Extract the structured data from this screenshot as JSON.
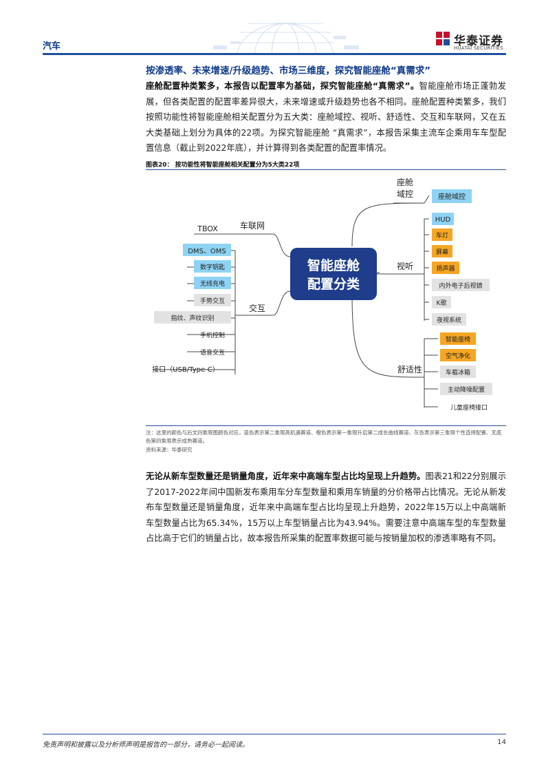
{
  "header": {
    "sector": "汽车",
    "logo_cn": "华泰证券",
    "logo_en": "HUATAI SECURITIES",
    "colors": {
      "brand_red": "#c8102e",
      "brand_blue": "#1f4e9c"
    }
  },
  "section_title": "按渗透率、未来增速/升级趋势、市场三维度，探究智能座舱“真需求”",
  "para1": {
    "lead": "座舱配置种类繁多，本报告以配置率为基础，探究智能座舱“真需求”。",
    "body": "智能座舱市场正蓬勃发展，但各类配置的配置率差异很大，未来增速或升级趋势也各不相同。座舱配置种类繁多，我们按照功能性将智能座舱相关配置分为五大类：座舱域控、视听、舒适性、交互和车联网，又在五大类基础上划分为具体的22项。为探究智能座舱 “真需求”，本报告采集主流车企乘用车车型配置信息（截止到2022年底），并计算得到各类配置的配置率情况。"
  },
  "figure": {
    "title": "图表20：  按功能性将智能座舱相关配置分为5大类22项",
    "center": [
      "智能座舱",
      "配置分类"
    ],
    "branches": {
      "cockpit_domain": {
        "label": [
          "座舱",
          "域控"
        ],
        "items": [
          "座舱域控"
        ]
      },
      "av": {
        "label": "视听",
        "items": [
          "HUD",
          "车灯",
          "屏幕",
          "扬声器",
          "内外电子后视镜",
          "K歌",
          "夜视系统"
        ]
      },
      "comfort": {
        "label": "舒适性",
        "items": [
          "智能座椅",
          "空气净化",
          "车载冰箱",
          "主动降噪配置",
          "儿童座椅接口"
        ]
      },
      "telematics": {
        "label": "车联网",
        "items": [
          "TBOX"
        ]
      },
      "interaction": {
        "label": "交互",
        "items": [
          "DMS、OMS",
          "数字钥匙",
          "无线充电",
          "手势交互",
          "指纹、声纹识别",
          "手机控制",
          "语音交互",
          "接口（USB/Type-C）"
        ]
      }
    },
    "colors": {
      "center_fill": "#1f3d8a",
      "blue": "#8fd3f4",
      "orange": "#f5a623",
      "gray": "#e2e2e2",
      "line": "#444444"
    },
    "note": "注：这里的颜色与后文四象限图颜色对应，蓝色表示第二象限高机遇赛道、橙色表示第一象限升启第二成长曲线赛道、灰色表示第三象限个性选择配置、无底色第四象限表示成熟赛道。",
    "source": "资料来源：华泰研究"
  },
  "para2": {
    "lead": "无论从新车型数量还是销量角度，近年来中高端车型占比均呈现上升趋势。",
    "body": "图表21和22分别展示了2017-2022年间中国新发布乘用车分车型数量和乘用车销量的分价格带占比情况。无论从新发布车型数量还是销量角度，近年来中高端车型占比均呈现上升趋势，2022年15万以上中高端新车型数量占比为65.34%，15万以上车型销量占比为43.94%。需要注意中高端车型的车型数量占比高于它们的销量占比，故本报告所采集的配置率数据可能与按销量加权的渗透率略有不同。"
  },
  "footer": {
    "disclaimer": "免责声明和披露以及分析师声明是报告的一部分，请务必一起阅读。",
    "page_number": "14"
  }
}
